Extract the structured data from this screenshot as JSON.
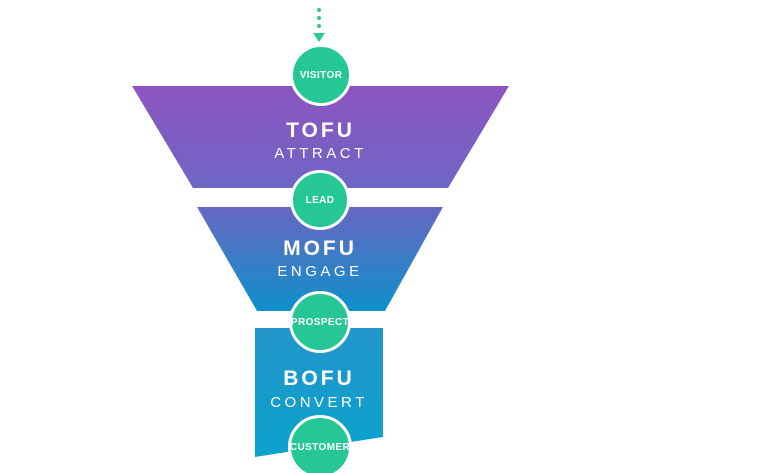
{
  "arrow": {
    "color": "#2bc994"
  },
  "colors": {
    "circle_fill": "#25c894",
    "circle_border": "#ffffff",
    "label_text": "#ffffff",
    "background": "#ffffff"
  },
  "stages": [
    {
      "code": "TOFU",
      "action": "ATTRACT",
      "gradient_top": "#8d54c1",
      "gradient_bottom": "#6e66c4"
    },
    {
      "code": "MOFU",
      "action": "ENGAGE",
      "gradient_top": "#6867c2",
      "gradient_bottom": "#0e90cb"
    },
    {
      "code": "BOFU",
      "action": "CONVERT",
      "gradient_top": "#2295cb",
      "gradient_bottom": "#0ca2cd"
    }
  ],
  "milestones": [
    {
      "label": "VISITOR"
    },
    {
      "label": "LEAD"
    },
    {
      "label": "PROSPECT"
    },
    {
      "label": "CUSTOMER"
    }
  ]
}
